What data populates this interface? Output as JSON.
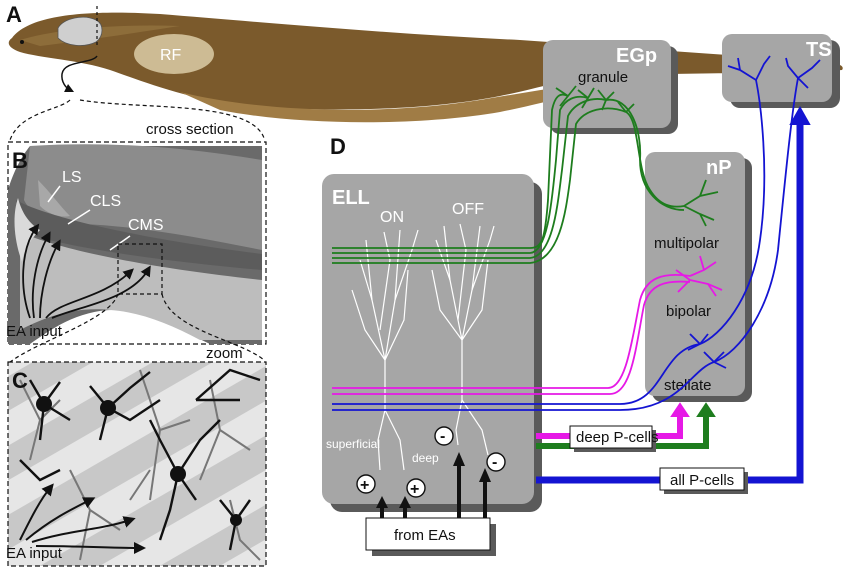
{
  "panels": {
    "a": "A",
    "b": "B",
    "c": "C",
    "d": "D"
  },
  "panel_a": {
    "rf": "RF",
    "cross_section": "cross section"
  },
  "panel_b": {
    "ls": "LS",
    "cls": "CLS",
    "cms": "CMS",
    "ea_input": "EA input",
    "zoom": "zoom"
  },
  "panel_c": {
    "ea_input": "EA input"
  },
  "panel_d": {
    "ell": "ELL",
    "on": "ON",
    "off": "OFF",
    "superficial": "superficial",
    "deep": "deep",
    "plus": "+",
    "minus": "-",
    "from_eas": "from EAs",
    "egp": "EGp",
    "granule": "granule",
    "ts": "TS",
    "np": "nP",
    "multipolar": "multipolar",
    "bipolar": "bipolar",
    "stellate": "stellate",
    "deep_pcells": "deep P-cells",
    "all_pcells": "all P-cells"
  },
  "colors": {
    "green": "#1e7d1e",
    "magenta": "#e619e6",
    "blue": "#1414d2",
    "box_grey": "#a6a6a6",
    "shadow_grey": "#5a5a5a",
    "fish_brown": "#7a5c2e"
  }
}
